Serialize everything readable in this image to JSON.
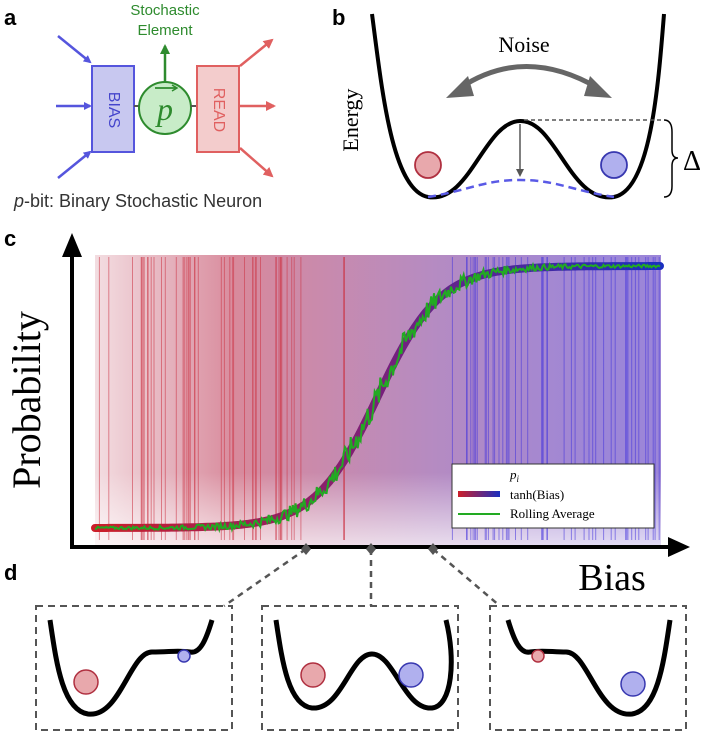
{
  "panels": {
    "a": "a",
    "b": "b",
    "c": "c",
    "d": "d"
  },
  "panel_a": {
    "top_label_line1": "Stochastic",
    "top_label_line2": "Element",
    "bias_label": "BIAS",
    "read_label": "READ",
    "pbit_symbol": "p",
    "caption_italic": "p",
    "caption_rest": "-bit: Binary Stochastic Neuron",
    "colors": {
      "bias": "#5555dd",
      "stochastic": "#2e8b2e",
      "read": "#e06060"
    }
  },
  "panel_b": {
    "noise_label": "Noise",
    "energy_label": "Energy",
    "delta_label": "Δ"
  },
  "chart_data": {
    "type": "line",
    "title": "",
    "xlabel": "Bias",
    "ylabel": "Probability",
    "legend_position": "bottom-right",
    "series": [
      {
        "name": "p_i",
        "style": "thin line",
        "color_from": "#cc2244",
        "color_to": "#4433cc"
      },
      {
        "name": "tanh(Bias)",
        "style": "thick line",
        "color_from": "#cc2222",
        "color_to": "#1133bb"
      },
      {
        "name": "Rolling Average",
        "style": "noisy line",
        "color": "#22aa22"
      }
    ],
    "x_range": [
      -5,
      5
    ],
    "y_range": [
      0,
      1
    ]
  },
  "legend": {
    "pi_base": "p",
    "pi_sub": "i",
    "tanh": "tanh(Bias)",
    "rolling": "Rolling Average"
  }
}
